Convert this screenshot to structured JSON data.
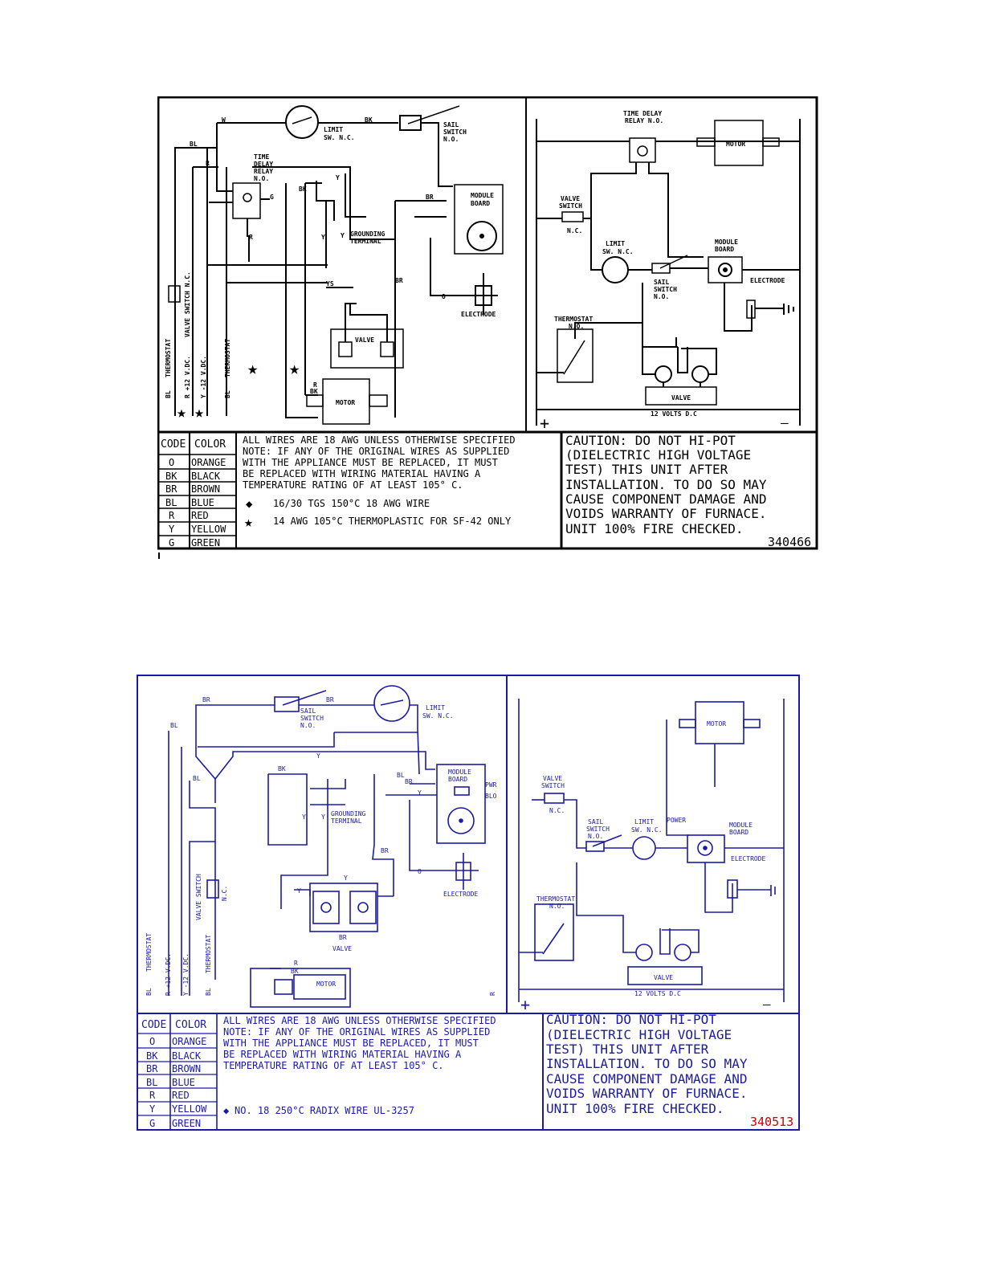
{
  "diagram_1": {
    "color": "#000000",
    "number": "340466",
    "pictorial_labels": {
      "limit": [
        "LIMIT",
        "SW. N.C."
      ],
      "sail": [
        "SAIL",
        "SWITCH",
        "N.O."
      ],
      "time_delay": [
        "TIME",
        "DELAY",
        "RELAY",
        "N.O."
      ],
      "module": [
        "MODULE",
        "BOARD"
      ],
      "grounding": [
        "GROUNDING",
        "TERMINAL"
      ],
      "electrode": "ELECTRODE",
      "valve": "VALVE",
      "motor": "MOTOR",
      "valve_switch": "VALVE SWITCH N.C.",
      "thermostat_left": "THERMOSTAT",
      "thermostat_right": "THERMOSTAT",
      "bl": "BL",
      "r12": "R +12 V.DC.",
      "y12": "Y -12 V.DC.",
      "bl2": "BL",
      "wires": {
        "w": "W",
        "bk": "BK",
        "bl": "BL",
        "r": "R",
        "g": "G",
        "y": "Y",
        "br": "BR",
        "o": "O",
        "bk2": "BK",
        "r2": "R",
        "y2": "Y",
        "y3": "Y",
        "ys": "YS",
        "r3": "R",
        "br2": "BR",
        "bk3": "BK"
      }
    },
    "schematic_labels": {
      "time_delay": [
        "TIME DELAY",
        "RELAY N.O."
      ],
      "motor": "MOTOR",
      "valve_switch": [
        "VALVE",
        "SWITCH"
      ],
      "nc": "N.C.",
      "limit": [
        "LIMIT",
        "SW. N.C."
      ],
      "sail": [
        "SAIL",
        "SWITCH",
        "N.O."
      ],
      "module": [
        "MODULE",
        "BOARD"
      ],
      "electrode": "ELECTRODE",
      "thermostat": [
        "THERMOSTAT",
        "N.O."
      ],
      "valve": "VALVE",
      "volts": "12 VOLTS D.C",
      "plus": "+",
      "minus": "—"
    },
    "code_header": {
      "code": "CODE",
      "color": "COLOR"
    },
    "codes": [
      {
        "code": "O",
        "color": "ORANGE"
      },
      {
        "code": "BK",
        "color": "BLACK"
      },
      {
        "code": "BR",
        "color": "BROWN"
      },
      {
        "code": "BL",
        "color": "BLUE"
      },
      {
        "code": "R",
        "color": "RED"
      },
      {
        "code": "Y",
        "color": "YELLOW"
      },
      {
        "code": "G",
        "color": "GREEN"
      }
    ],
    "notes": [
      "ALL WIRES ARE 18 AWG UNLESS OTHERWISE SPECIFIED",
      "NOTE: IF ANY OF THE ORIGINAL WIRES AS SUPPLIED",
      "WITH THE APPLIANCE MUST BE REPLACED, IT MUST",
      "BE REPLACED WITH WIRING MATERIAL HAVING A",
      "TEMPERATURE RATING OF AT LEAST 105° C."
    ],
    "legend": [
      "16/30 TGS 150°C 18 AWG WIRE",
      "14 AWG 105°C THERMOPLASTIC FOR SF-42 ONLY"
    ],
    "caution": [
      "CAUTION: DO NOT HI-POT",
      "(DIELECTRIC HIGH VOLTAGE",
      "TEST) THIS UNIT AFTER",
      "INSTALLATION. TO DO SO MAY",
      "CAUSE COMPONENT DAMAGE AND",
      "VOIDS WARRANTY OF FURNACE.",
      "UNIT 100% FIRE CHECKED."
    ]
  },
  "diagram_2": {
    "color": "#1a1aa6",
    "number_color": "#cc0000",
    "number": "340513",
    "pictorial_labels": {
      "limit": [
        "LIMIT",
        "SW. N.C."
      ],
      "sail": [
        "SAIL",
        "SWITCH",
        "N.O."
      ],
      "module": [
        "MODULE",
        "BOARD"
      ],
      "pwr": "PWR",
      "blo": "BLO",
      "grounding": [
        "GROUNDING",
        "TERMINAL"
      ],
      "electrode": "ELECTRODE",
      "valve": "VALVE",
      "motor": "MOTOR",
      "valve_switch": "VALVE SWITCH",
      "nc": "N.C.",
      "thermostat_left": "THERMOSTAT",
      "thermostat_right": "THERMOSTAT",
      "bl": "BL",
      "r12": "R +12 V.DC.",
      "y12": "Y -12 V.DC.",
      "bl2": "BL",
      "wires": {
        "br": "BR",
        "br2": "BR",
        "bl": "BL",
        "y": "Y",
        "bl2": "BL",
        "bk": "BK",
        "bl3": "BL",
        "br3": "BR",
        "y2": "Y",
        "y3": "Y",
        "y4": "Y",
        "br4": "BR",
        "o": "O",
        "y5": "Y",
        "y6": "Y",
        "br5": "BR",
        "r": "R",
        "bk2": "BK",
        "r2": "R"
      }
    },
    "schematic_labels": {
      "motor": "MOTOR",
      "valve_switch": [
        "VALVE",
        "SWITCH"
      ],
      "nc": "N.C.",
      "sail": [
        "SAIL",
        "SWITCH",
        "N.O."
      ],
      "limit": [
        "LIMIT",
        "SW. N.C."
      ],
      "power": "POWER",
      "module": [
        "MODULE",
        "BOARD"
      ],
      "electrode": "ELECTRODE",
      "thermostat": [
        "THERMOSTAT",
        "N.O."
      ],
      "valve": "VALVE",
      "volts": "12 VOLTS D.C",
      "plus": "+",
      "minus": "—"
    },
    "code_header": {
      "code": "CODE",
      "color": "COLOR"
    },
    "codes": [
      {
        "code": "O",
        "color": "ORANGE"
      },
      {
        "code": "BK",
        "color": "BLACK"
      },
      {
        "code": "BR",
        "color": "BROWN"
      },
      {
        "code": "BL",
        "color": "BLUE"
      },
      {
        "code": "R",
        "color": "RED"
      },
      {
        "code": "Y",
        "color": "YELLOW"
      },
      {
        "code": "G",
        "color": "GREEN"
      }
    ],
    "notes": [
      "ALL WIRES ARE 18 AWG UNLESS OTHERWISE SPECIFIED",
      "NOTE: IF ANY OF THE ORIGINAL WIRES AS SUPPLIED",
      "WITH THE APPLIANCE MUST BE REPLACED, IT MUST",
      "BE REPLACED WITH WIRING MATERIAL HAVING A",
      "TEMPERATURE RATING OF AT LEAST 105° C."
    ],
    "legend": [
      "NO. 18 250°C RADIX WIRE UL-3257"
    ],
    "caution": [
      "CAUTION: DO NOT HI-POT",
      "(DIELECTRIC HIGH VOLTAGE",
      "TEST) THIS UNIT AFTER",
      "INSTALLATION. TO DO SO MAY",
      "CAUSE COMPONENT DAMAGE AND",
      "VOIDS WARRANTY OF FURNACE.",
      "UNIT 100% FIRE CHECKED."
    ]
  }
}
